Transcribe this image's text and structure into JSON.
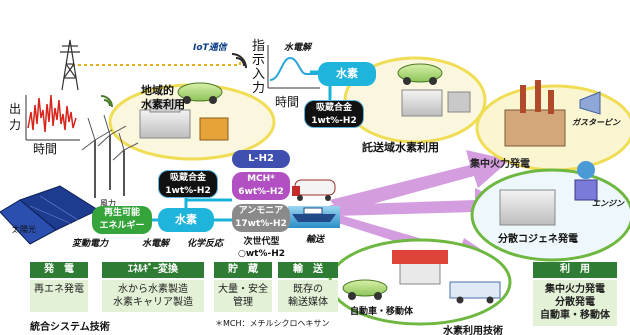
{
  "labels": {
    "iot": "IoT通信",
    "instruction_col1": "指",
    "instruction_col2": "示",
    "instruction_col3": "入",
    "instruction_col4": "力",
    "time_top": "時間",
    "electrolysis_top": "水電解",
    "output_y": "出",
    "output_y2": "力",
    "time_left": "時間",
    "local_h2": "地域的",
    "local_h2_2": "水素利用",
    "mha_top_1": "吸蔵合金",
    "mha_top_2": "1wt%-H2",
    "remote_h2": "託送域水素利用",
    "solar": "太陽光",
    "wind": "風力",
    "fluct_power": "変動電力",
    "electrolysis": "水電解",
    "chem_reaction": "化学反応",
    "transport": "輸送",
    "renew_1": "再生可能",
    "renew_2": "エネルギー",
    "hydrogen": "水素",
    "hydrogen_top": "水素",
    "lh2": "L-H2",
    "mha_1": "吸蔵合金",
    "mha_2": "1wt%-H2",
    "mch_1": "MCH*",
    "mch_2": "6wt%-H2",
    "ammonia_1": "アンモニア",
    "ammonia_2": "17wt%-H2",
    "next_gen_1": "次世代型",
    "next_gen_2": "○wt%-H2",
    "central_thermal": "集中火力発電",
    "gas_turbine": "ガスタービン",
    "engine": "エンジン",
    "distributed_cogen": "分散コジェネ発電",
    "vehicle": "自動車・移動体",
    "h2_tech": "水素利用技術",
    "integrated_tech": "統合システム技術",
    "mch_note": "＊MCH：メチルシクロヘキサン"
  },
  "categories": [
    {
      "header": "発　電",
      "body_1": "再エネ発電",
      "body_2": ""
    },
    {
      "header": "ｴﾈﾙｷﾞｰ変換",
      "body_1": "水から水素製造",
      "body_2": "水素キャリア製造"
    },
    {
      "header": "貯　蔵",
      "body_1": "大量・安全",
      "body_2": "管理"
    },
    {
      "header": "輸　送",
      "body_1": "既存の",
      "body_2": "輸送媒体"
    }
  ],
  "usage": {
    "header": "利　用",
    "item_1": "集中火力発電",
    "item_2": "分散発電",
    "item_3": "自動車・移動体"
  },
  "colors": {
    "green_dark": "#2f7d34",
    "green_light": "#e3f1d6",
    "teal": "#18b3d8",
    "purple": "#c98ad8",
    "ellipse_green": "#63b23b",
    "ellipse_yellow": "#f3e25a"
  }
}
